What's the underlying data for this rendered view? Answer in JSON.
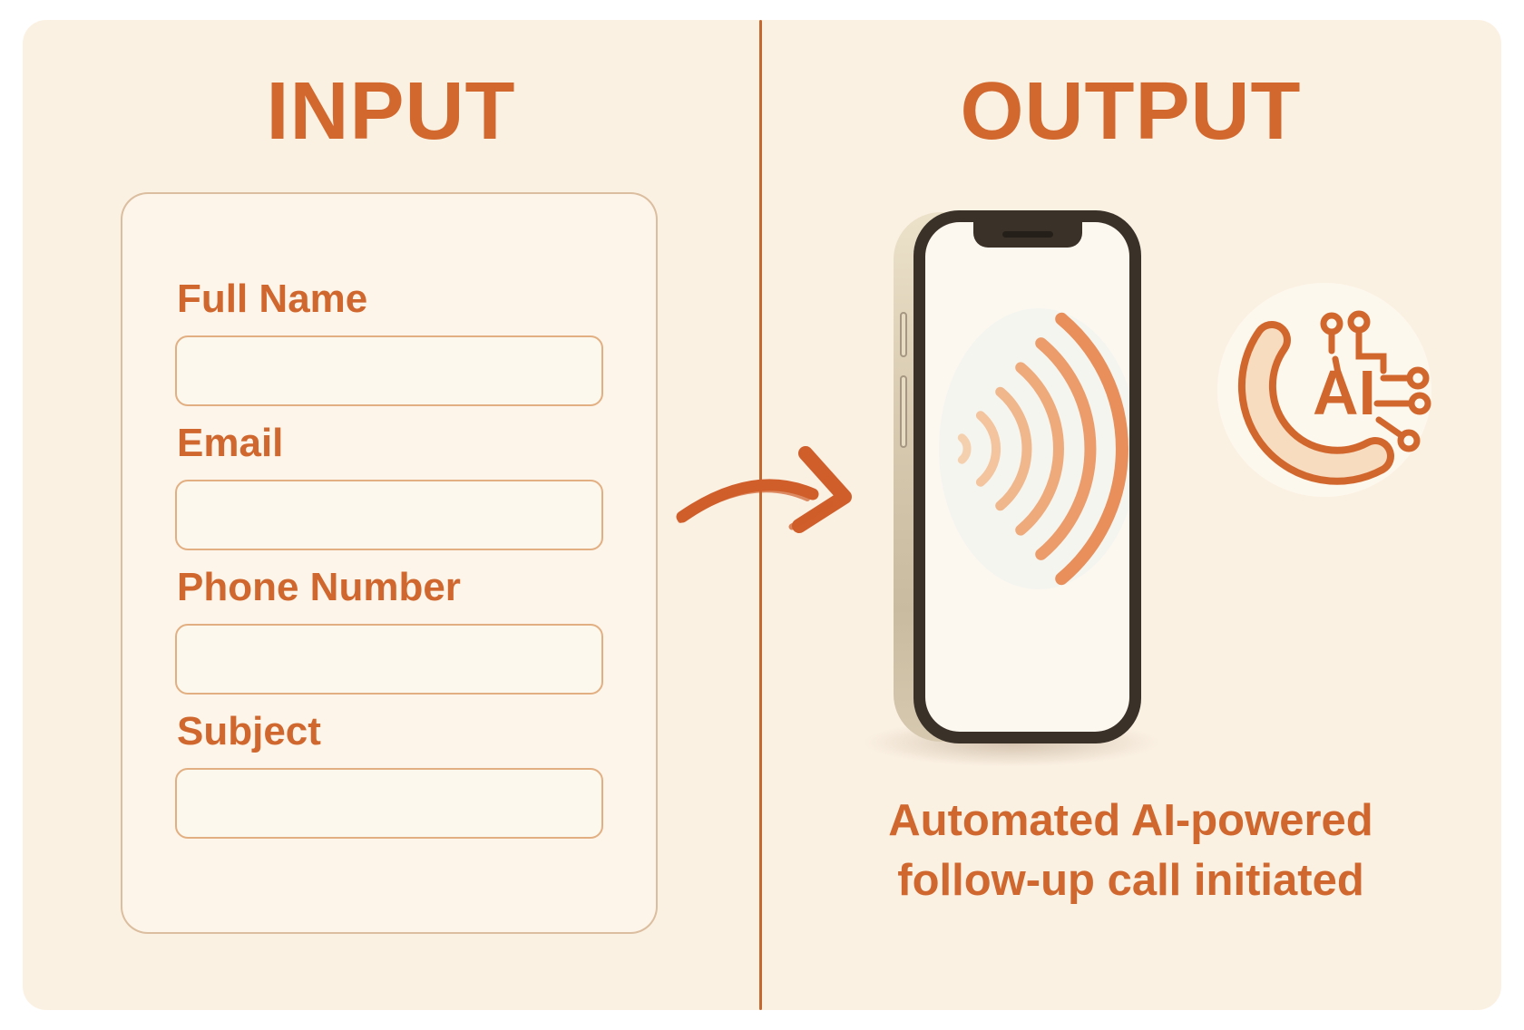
{
  "diagram": {
    "left": {
      "title": "INPUT",
      "form": {
        "fields": [
          {
            "label": "Full Name",
            "value": ""
          },
          {
            "label": "Email",
            "value": ""
          },
          {
            "label": "Phone Number",
            "value": ""
          },
          {
            "label": "Subject",
            "value": ""
          }
        ]
      }
    },
    "right": {
      "title": "OUTPUT",
      "ai_badge": {
        "label": "AI"
      },
      "caption": {
        "line1": "Automated AI-powered",
        "line2": "follow-up call initiated"
      }
    },
    "icons": {
      "arrow": "brush-arrow-right-icon",
      "waves": "sound-waves-icon",
      "badge": "ai-phone-call-icon",
      "phone": "smartphone-illustration"
    },
    "colors": {
      "accent": "#d2682e",
      "panel_background": "#fbf1e3",
      "divider": "#c4682f",
      "card_background": "#fdf5e9",
      "input_background": "#fdf8ee",
      "input_border": "#e2af82",
      "phone_bezel": "#3a3129",
      "phone_side": "#d8cbb2",
      "screen": "#fcf8ef",
      "wave_light": "#f5d0ae",
      "wave_dark": "#e88f5b"
    }
  }
}
